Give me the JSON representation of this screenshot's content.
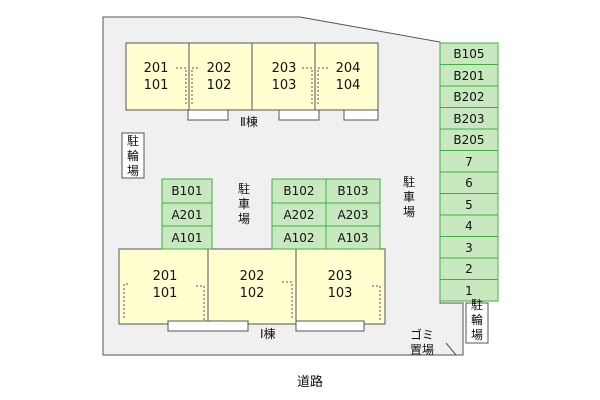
{
  "building_II": {
    "label": "Ⅱ棟",
    "units": [
      {
        "upper": "201",
        "lower": "101"
      },
      {
        "upper": "202",
        "lower": "102"
      },
      {
        "upper": "203",
        "lower": "103"
      },
      {
        "upper": "204",
        "lower": "104"
      }
    ]
  },
  "building_I": {
    "label": "Ⅰ棟",
    "units": [
      {
        "upper": "201",
        "lower": "101"
      },
      {
        "upper": "202",
        "lower": "102"
      },
      {
        "upper": "203",
        "lower": "103"
      }
    ]
  },
  "bicycle_parking_left": [
    "駐",
    "輪",
    "場"
  ],
  "bicycle_parking_right": [
    "駐",
    "輪",
    "場"
  ],
  "parking_center": [
    "駐",
    "車",
    "場"
  ],
  "parking_right": [
    "駐",
    "車",
    "場"
  ],
  "garbage_area": {
    "line1": "ゴミ",
    "line2": "置場"
  },
  "road": "道路",
  "parking_left_block": [
    "B101",
    "A201",
    "A101"
  ],
  "parking_mid_block_left": [
    "B102",
    "A202",
    "A102"
  ],
  "parking_mid_block_right": [
    "B103",
    "A203",
    "A103"
  ],
  "parking_right_column": [
    "B105",
    "B201",
    "B202",
    "B203",
    "B205",
    "7",
    "6",
    "5",
    "4",
    "3",
    "2",
    "1"
  ],
  "colors": {
    "building_fill": "#ffffd0",
    "parking_fill": "#c8e8c0",
    "parking_stroke": "#40b040",
    "site_fill": "#f0f0f0",
    "outline": "#555555"
  }
}
